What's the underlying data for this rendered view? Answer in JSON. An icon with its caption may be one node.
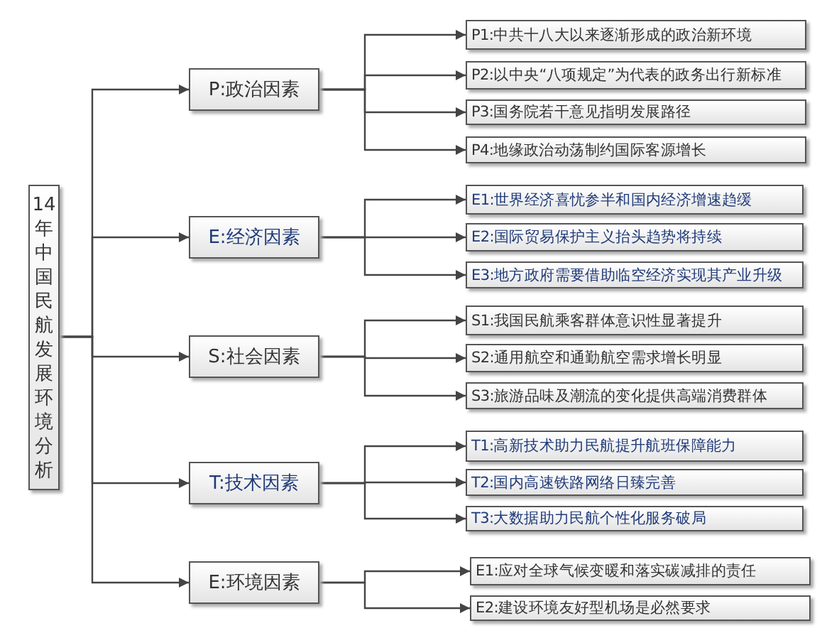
{
  "diagram": {
    "nodes": [
      {
        "text": [
          "14年中国民航发展环境分析"
        ]
      },
      {
        "text": [
          "P:政治因素"
        ]
      },
      {
        "text": [
          "P1:中共十八大以来逐渐形成的政治新环境"
        ]
      },
      {
        "text": [
          "P2:以中央“八项规定”为代表的政务出行新标准"
        ]
      },
      {
        "text": [
          "P3:国务院若干意见指明发展路径"
        ]
      },
      {
        "text": [
          "P4:地缘政治动荡制约国际客源增长"
        ]
      },
      {
        "text": [
          "E:经济因素"
        ]
      },
      {
        "text": [
          "E1:世界经济喜忧参半和国内经济增速趋缓"
        ]
      },
      {
        "text": [
          "E2:国际贸易保护主义抬头趋势将持续"
        ]
      },
      {
        "text": [
          "E3:地方政府需要借助临空经济实现其产业升级"
        ]
      },
      {
        "text": [
          "S:社会因素"
        ]
      },
      {
        "text": [
          "S1:我国民航乘客群体意识性显著提升"
        ]
      },
      {
        "text": [
          "S2:通用航空和通勤航空需求增长明显"
        ]
      },
      {
        "text": [
          "S3:旅游品味及潮流的变化提供高端消费群体"
        ]
      },
      {
        "text": [
          "T:技术因素"
        ]
      },
      {
        "text": [
          "T1:高新技术助力民航提升航班保障能力"
        ]
      },
      {
        "text": [
          "T2:国内高速铁路网络日臻完善"
        ]
      },
      {
        "text": [
          "T3:大数据助力民航个性化服务破局"
        ]
      },
      {
        "text": [
          "E:环境因素"
        ]
      },
      {
        "text": [
          "E1:应对全球气候变暖和落实碳减排的责任"
        ]
      },
      {
        "text": [
          "E2:建设环境友好型机场是必然要求"
        ]
      }
    ],
    "edges": [
      {
        "from": 0,
        "to": 1,
        "arrow": "to"
      },
      {
        "from": 0,
        "to": 6,
        "arrow": "to"
      },
      {
        "from": 0,
        "to": 10,
        "arrow": "to"
      },
      {
        "from": 0,
        "to": 14,
        "arrow": "to"
      },
      {
        "from": 0,
        "to": 18,
        "arrow": "to"
      },
      {
        "from": 1,
        "to": 2,
        "arrow": "to"
      },
      {
        "from": 1,
        "to": 3,
        "arrow": "to"
      },
      {
        "from": 1,
        "to": 4,
        "arrow": "to"
      },
      {
        "from": 1,
        "to": 5,
        "arrow": "to"
      },
      {
        "from": 6,
        "to": 7,
        "arrow": "to"
      },
      {
        "from": 6,
        "to": 8,
        "arrow": "to"
      },
      {
        "from": 6,
        "to": 9,
        "arrow": "to"
      },
      {
        "from": 10,
        "to": 11,
        "arrow": "to"
      },
      {
        "from": 10,
        "to": 12,
        "arrow": "to"
      },
      {
        "from": 10,
        "to": 13,
        "arrow": "to"
      },
      {
        "from": 14,
        "to": 15,
        "arrow": "to"
      },
      {
        "from": 14,
        "to": 16,
        "arrow": "to"
      },
      {
        "from": 14,
        "to": 17,
        "arrow": "to"
      },
      {
        "from": 18,
        "to": 19,
        "arrow": "to"
      },
      {
        "from": 18,
        "to": 20,
        "arrow": "to"
      }
    ]
  }
}
